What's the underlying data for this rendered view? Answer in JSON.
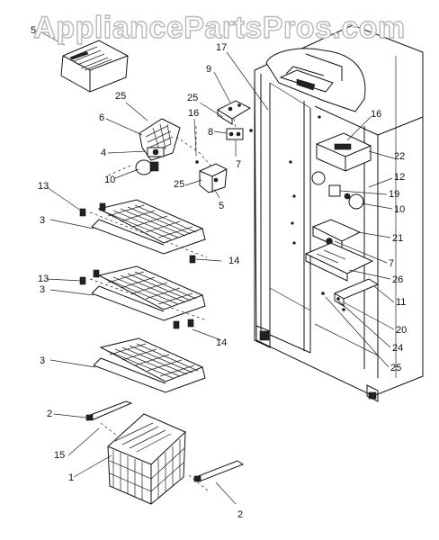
{
  "watermark": {
    "text": "AppliancePartsPros.com"
  },
  "callouts": [
    {
      "id": "c1",
      "text": "5"
    },
    {
      "id": "c2",
      "text": "17"
    },
    {
      "id": "c3",
      "text": "9"
    },
    {
      "id": "c4",
      "text": "25"
    },
    {
      "id": "c5",
      "text": "25"
    },
    {
      "id": "c6",
      "text": "6"
    },
    {
      "id": "c7",
      "text": "16"
    },
    {
      "id": "c8",
      "text": "8"
    },
    {
      "id": "c9",
      "text": "4"
    },
    {
      "id": "c10",
      "text": "7"
    },
    {
      "id": "c11",
      "text": "10"
    },
    {
      "id": "c12",
      "text": "25"
    },
    {
      "id": "c13",
      "text": "5"
    },
    {
      "id": "c14",
      "text": "13"
    },
    {
      "id": "c15",
      "text": "3"
    },
    {
      "id": "c16",
      "text": "14"
    },
    {
      "id": "c17",
      "text": "13"
    },
    {
      "id": "c18",
      "text": "3"
    },
    {
      "id": "c19",
      "text": "14"
    },
    {
      "id": "c20",
      "text": "3"
    },
    {
      "id": "c21",
      "text": "2"
    },
    {
      "id": "c22",
      "text": "15"
    },
    {
      "id": "c23",
      "text": "1"
    },
    {
      "id": "c24",
      "text": "2"
    },
    {
      "id": "c25",
      "text": "16"
    },
    {
      "id": "c26",
      "text": "22"
    },
    {
      "id": "c27",
      "text": "12"
    },
    {
      "id": "c28",
      "text": "19"
    },
    {
      "id": "c29",
      "text": "10"
    },
    {
      "id": "c30",
      "text": "21"
    },
    {
      "id": "c31",
      "text": "7"
    },
    {
      "id": "c32",
      "text": "26"
    },
    {
      "id": "c33",
      "text": "11"
    },
    {
      "id": "c34",
      "text": "20"
    },
    {
      "id": "c35",
      "text": "24"
    },
    {
      "id": "c36",
      "text": "25"
    }
  ]
}
